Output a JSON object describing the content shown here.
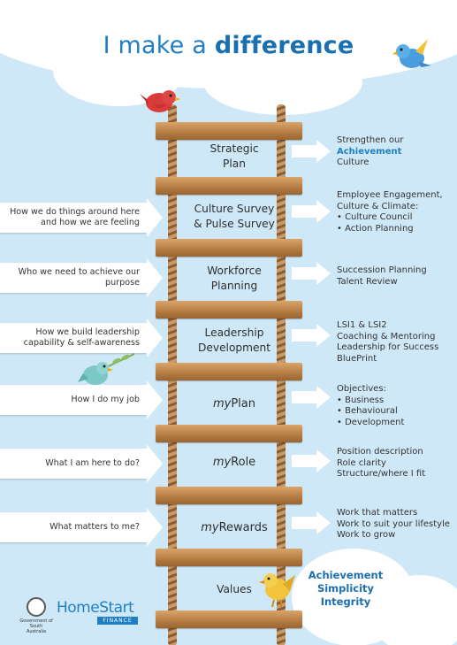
{
  "title": {
    "prefix": "I make a",
    "bold": "difference"
  },
  "rows": [
    {
      "step": "Strategic\nPlan",
      "left": "",
      "desc_lines": [
        "Strengthen our",
        "Achievement",
        "Culture"
      ],
      "highlight_line": 1
    },
    {
      "step": "Culture Survey\n& Pulse Survey",
      "left": "How we do things around here\nand how we are feeling",
      "desc_lines": [
        "Employee Engagement,",
        "Culture & Climate:",
        "• Culture Council",
        "• Action Planning"
      ]
    },
    {
      "step": "Workforce\nPlanning",
      "left": "Who we need to achieve our\npurpose",
      "desc_lines": [
        "Succession Planning",
        "Talent Review"
      ]
    },
    {
      "step": "Leadership\nDevelopment",
      "left": "How we build leadership\ncapability & self-awareness",
      "desc_lines": [
        "LSI1 & LSI2",
        "Coaching & Mentoring",
        "Leadership for Success",
        "BluePrint"
      ]
    },
    {
      "step_prefix": "my",
      "step": "Plan",
      "left": "How I do my job",
      "desc_lines": [
        "Objectives:",
        "• Business",
        "• Behavioural",
        "• Development"
      ]
    },
    {
      "step_prefix": "my",
      "step": "Role",
      "left": "What I am here to do?",
      "desc_lines": [
        "Position description",
        "Role clarity",
        "Structure/where I fit"
      ]
    },
    {
      "step_prefix": "my",
      "step": "Rewards",
      "left": "What matters to me?",
      "desc_lines": [
        "Work that matters",
        "Work to suit your lifestyle",
        "Work to grow"
      ]
    },
    {
      "step": "Values",
      "left": "",
      "desc_lines": []
    }
  ],
  "values": [
    "Achievement",
    "Simplicity",
    "Integrity"
  ],
  "logos": {
    "gov": "Government of South Australia",
    "brand": "HomeStart",
    "brand_sub": "FINANCE"
  },
  "colors": {
    "accent": "#1f7fc4",
    "sky": "#cfe8f7",
    "rung": "#c28a52"
  }
}
